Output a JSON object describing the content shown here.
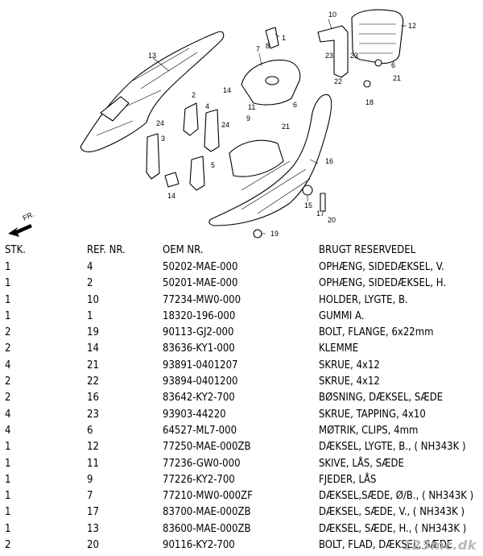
{
  "diagram": {
    "direction_label": "FR.",
    "callouts": [
      "1",
      "2",
      "3",
      "4",
      "5",
      "6",
      "7",
      "8",
      "9",
      "10",
      "11",
      "12",
      "13",
      "14",
      "14",
      "15",
      "16",
      "17",
      "18",
      "19",
      "20",
      "21",
      "21",
      "22",
      "23",
      "23",
      "24",
      "24"
    ]
  },
  "table": {
    "headers": {
      "qty": "STK.",
      "ref": "REF. NR.",
      "oem": "OEM NR.",
      "desc": "BRUGT RESERVEDEL"
    },
    "rows": [
      {
        "qty": "1",
        "ref": "4",
        "oem": "50202-MAE-000",
        "desc": "OPHÆNG, SIDEDÆKSEL, V."
      },
      {
        "qty": "1",
        "ref": "2",
        "oem": "50201-MAE-000",
        "desc": "OPHÆNG, SIDEDÆKSEL, H."
      },
      {
        "qty": "1",
        "ref": "10",
        "oem": "77234-MW0-000",
        "desc": "HOLDER, LYGTE, B."
      },
      {
        "qty": "1",
        "ref": "1",
        "oem": "18320-196-000",
        "desc": "GUMMI A."
      },
      {
        "qty": "2",
        "ref": "19",
        "oem": "90113-GJ2-000",
        "desc": "BOLT, FLANGE, 6x22mm"
      },
      {
        "qty": "2",
        "ref": "14",
        "oem": "83636-KY1-000",
        "desc": "KLEMME"
      },
      {
        "qty": "4",
        "ref": "21",
        "oem": "93891-0401207",
        "desc": "SKRUE, 4x12"
      },
      {
        "qty": "2",
        "ref": "22",
        "oem": "93894-0401200",
        "desc": "SKRUE, 4x12"
      },
      {
        "qty": "2",
        "ref": "16",
        "oem": "83642-KY2-700",
        "desc": "BØSNING, DÆKSEL, SÆDE"
      },
      {
        "qty": "4",
        "ref": "23",
        "oem": "93903-44220",
        "desc": "SKRUE, TAPPING, 4x10"
      },
      {
        "qty": "4",
        "ref": "6",
        "oem": "64527-ML7-000",
        "desc": "MØTRIK, CLIPS, 4mm"
      },
      {
        "qty": "1",
        "ref": "12",
        "oem": "77250-MAE-000ZB",
        "desc": "DÆKSEL, LYGTE, B., ( NH343K )"
      },
      {
        "qty": "1",
        "ref": "11",
        "oem": "77236-GW0-000",
        "desc": "SKIVE, LÅS, SÆDE"
      },
      {
        "qty": "1",
        "ref": "9",
        "oem": "77226-KY2-700",
        "desc": "FJEDER, LÅS"
      },
      {
        "qty": "1",
        "ref": "7",
        "oem": "77210-MW0-000ZF",
        "desc": "DÆKSEL,SÆDE, Ø/B., ( NH343K )"
      },
      {
        "qty": "1",
        "ref": "17",
        "oem": "83700-MAE-000ZB",
        "desc": "DÆKSEL, SÆDE, V., ( NH343K )"
      },
      {
        "qty": "1",
        "ref": "13",
        "oem": "83600-MAE-000ZB",
        "desc": "DÆKSEL, SÆDE, H., ( NH343K )"
      },
      {
        "qty": "2",
        "ref": "20",
        "oem": "90116-KY2-700",
        "desc": "BOLT, FLAD, DÆKSEL, SÆDE"
      }
    ]
  },
  "watermark": "123mc.dk"
}
